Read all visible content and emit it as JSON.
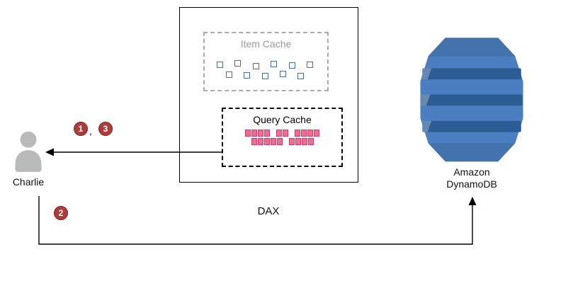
{
  "actor": {
    "label": "Charlie"
  },
  "dax": {
    "label": "DAX"
  },
  "item_cache": {
    "label": "Item Cache",
    "square_count": 11
  },
  "query_cache": {
    "label": "Query Cache",
    "row_groups": [
      [
        4,
        2,
        4
      ],
      [
        5,
        4
      ]
    ]
  },
  "dynamodb": {
    "label_line1": "Amazon",
    "label_line2": "DynamoDB"
  },
  "steps": {
    "first": "1",
    "separator": ",",
    "third": "3",
    "second": "2"
  },
  "colors": {
    "badge": "#ae3c3c",
    "badge_border": "#7c2420",
    "item_square_border": "#41719c",
    "query_cell_fill": "#f06d91",
    "query_cell_border": "#cf3a6b",
    "dynamodb_body": "#4b7fc1",
    "dynamodb_band": "#2b5c94",
    "actor_fill": "#b9bbba",
    "line": "#000000"
  }
}
